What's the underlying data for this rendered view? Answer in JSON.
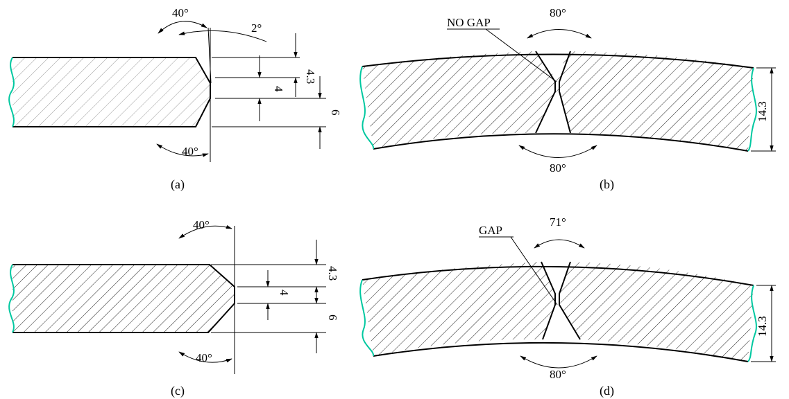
{
  "colors": {
    "outline": "#000000",
    "hatch": "#222222",
    "break_line": "#00c8a0"
  },
  "panels": {
    "a": {
      "caption": "(a)",
      "angle_top": "40°",
      "angle_bottom": "40°",
      "angle_small": "2°",
      "dim_upper": "4.3",
      "dim_root": "4",
      "dim_lower": "6"
    },
    "b": {
      "caption": "(b)",
      "note": "NO GAP",
      "angle_top": "80°",
      "angle_bottom": "80°",
      "thickness": "14.3"
    },
    "c": {
      "caption": "(c)",
      "angle_top": "40°",
      "angle_bottom": "40°",
      "dim_upper": "4.3",
      "dim_root": "4",
      "dim_lower": "6"
    },
    "d": {
      "caption": "(d)",
      "note": "GAP",
      "angle_top": "71°",
      "angle_bottom": "80°",
      "thickness": "14.3"
    }
  }
}
